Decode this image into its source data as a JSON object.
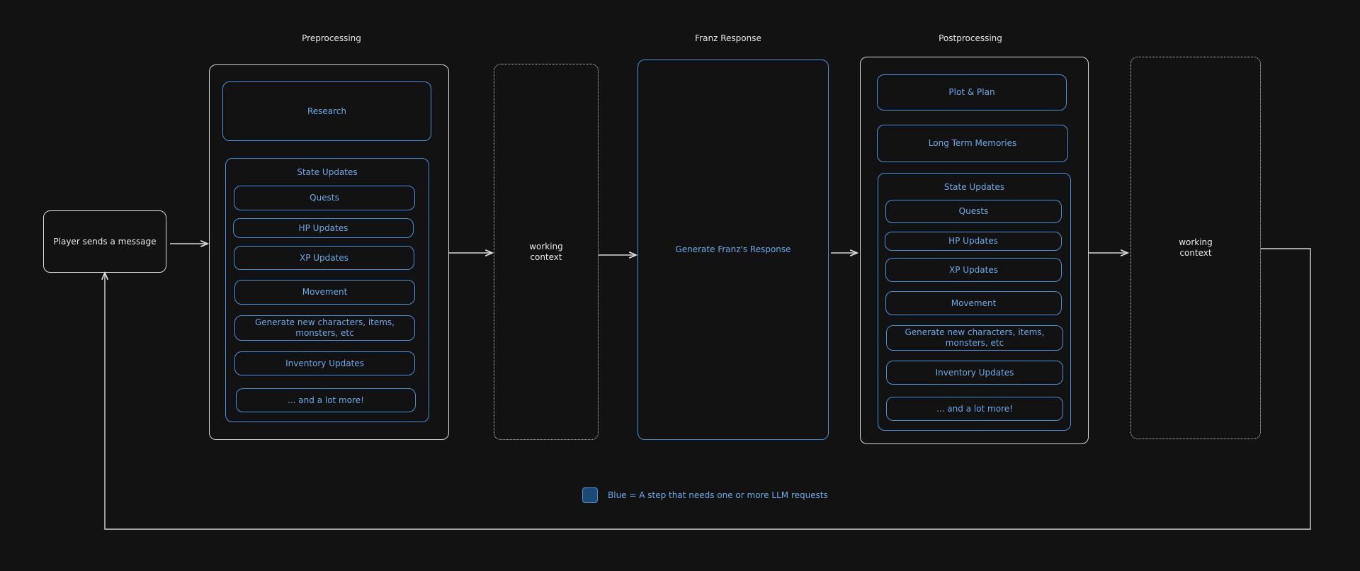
{
  "titles": {
    "preprocessing": "Preprocessing",
    "franz_response": "Franz Response",
    "postprocessing": "Postprocessing"
  },
  "player": "Player sends a message",
  "working_context": "working\ncontext",
  "preprocessing": {
    "research": "Research",
    "state_updates": "State Updates",
    "items": [
      "Quests",
      "HP Updates",
      "XP Updates",
      "Movement",
      "Generate new characters, items, monsters, etc",
      "Inventory Updates",
      "... and a lot more!"
    ]
  },
  "franz": {
    "generate": "Generate Franz's Response"
  },
  "postprocessing": {
    "plot_plan": "Plot & Plan",
    "long_term": "Long Term Memories",
    "state_updates": "State Updates",
    "items": [
      "Quests",
      "HP Updates",
      "XP Updates",
      "Movement",
      "Generate new characters, items, monsters, etc",
      "Inventory Updates",
      "... and a lot more!"
    ]
  },
  "legend": {
    "text": "Blue = A step that needs one or more LLM requests",
    "color": "#1d4a72"
  },
  "colors": {
    "background": "#121212",
    "blue": "#4b8fd6",
    "white": "#d8d8d8"
  }
}
